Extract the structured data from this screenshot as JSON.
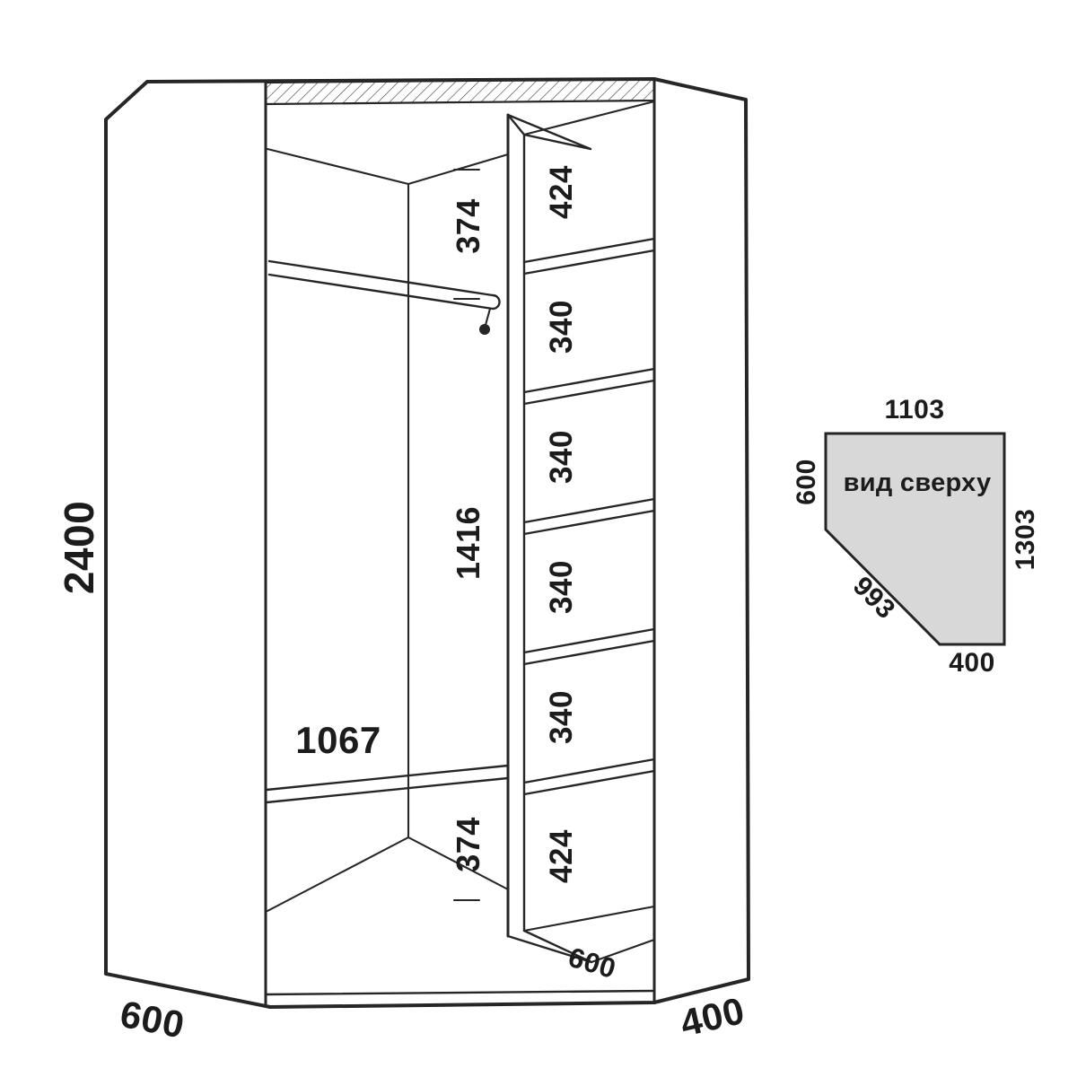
{
  "colors": {
    "line": "#262626",
    "text": "#1c1c1c",
    "top_view_fill": "#d8d8d8",
    "background": "#ffffff"
  },
  "front_view": {
    "overall_height": "2400",
    "left_depth": "600",
    "right_depth": "400",
    "shelf_width": "1067",
    "divider_depth": "600",
    "left_section": {
      "top_gap": "374",
      "middle_gap": "1416",
      "bottom_gap": "374"
    },
    "right_column": [
      "424",
      "340",
      "340",
      "340",
      "340",
      "424"
    ]
  },
  "top_view": {
    "label": "вид сверху",
    "front_width": "1103",
    "left_side": "600",
    "right_side": "1303",
    "diagonal": "993",
    "bottom_side": "400"
  }
}
